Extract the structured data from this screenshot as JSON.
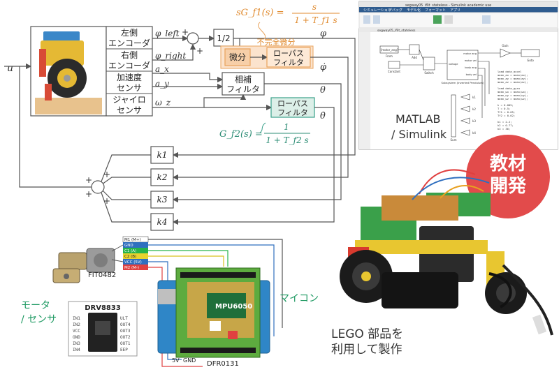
{
  "block_diagram": {
    "input_label": "u",
    "sensors": [
      {
        "name": "左側 エンコーダ",
        "line1": "左側",
        "line2": "エンコーダ",
        "outputs": [
          "φ_left"
        ]
      },
      {
        "name": "右側 エンコーダ",
        "line1": "右側",
        "line2": "エンコーダ",
        "outputs": [
          "φ_right"
        ]
      },
      {
        "name": "加速度 センサ",
        "line1": "加速度",
        "line2": "センサ",
        "outputs": [
          "a_x",
          "a_y"
        ]
      },
      {
        "name": "ジャイロ センサ",
        "line1": "ジャイロ",
        "line2": "センサ",
        "outputs": [
          "ω_z"
        ]
      }
    ],
    "half_block": "1/2",
    "differentiator": "微分",
    "incomplete_diff_note": "不完全微分",
    "lowpass1": {
      "line1": "ローパス",
      "line2": "フィルタ"
    },
    "lowpass2": {
      "line1": "ローパス",
      "line2": "フィルタ"
    },
    "complementary": {
      "line1": "相補",
      "line2": "フィルタ"
    },
    "states": [
      "φ",
      "φ̇",
      "θ",
      "θ̇"
    ],
    "gains": [
      "k1",
      "k2",
      "k3",
      "k4"
    ],
    "sum_signs": [
      "+",
      "+",
      "+",
      "+"
    ],
    "sum_signs_top": [
      "+",
      "+"
    ],
    "gf1": {
      "lhs": "sG_f1(s) =",
      "num": "s",
      "den": "1 + T_f1 s"
    },
    "gf2": {
      "lhs": "G_f2(s) =",
      "num": "1",
      "den": "1 + T_f2 s"
    }
  },
  "simulink": {
    "title_bar": "segway05_iflit_stateless - Simulink academic use",
    "tabs": [
      "シミュレーション",
      "デバッグ",
      "モデル化",
      "フォーマット",
      "アプリ"
    ],
    "breadcrumb": "segway05_iflit_stateless",
    "blocks": [
      "[motor_ang]",
      "From",
      "Add",
      "Constant",
      "Switch",
      "Subsystem (Inverted Pendulum)",
      "Gain",
      "Goto",
      "k1",
      "k2",
      "k3",
      "k4",
      "Sum"
    ],
    "port_labels": [
      "motor ang",
      "motor vel",
      "body ang",
      "body vel",
      "voltage"
    ],
    "code": [
      "load data_accel",
      "mean_ax = mean(ax);",
      "mean_ay = mean(ay);",
      "mean_az = mean(az);",
      "",
      "load data_gyro",
      "mean_wx = mean(wx);",
      "mean_wy = mean(wy);",
      "mean_wz = mean(wz);",
      "",
      "h = 0.005;",
      "T = 0.5;",
      "Tf1 = 0.05;",
      "Tf2 = 0.02;",
      "",
      "k1 = 2.2;",
      "k2 = 0.77;",
      "k3 = 36;"
    ],
    "caption_line1": "MATLAB",
    "caption_line2": "/ Simulink"
  },
  "badge": {
    "line1": "教材",
    "line2": "開発",
    "color": "#e24b4b"
  },
  "wiring": {
    "motor_label": "FIT0482",
    "motor_caption_line1": "モータ",
    "motor_caption_line2": "/ センサ",
    "motor_pins": [
      "M1 (M+)",
      "GND",
      "C1 (A)",
      "C2 (B)",
      "VCC (5V)",
      "M2 (M-)"
    ],
    "driver_title": "DRV8833",
    "driver_pins_left": [
      "IN1",
      "IN2",
      "VCC",
      "GND",
      "IN3",
      "IN4"
    ],
    "driver_pins_right": [
      "ULT",
      "OUT4",
      "OUT3",
      "OUT2",
      "OUT1",
      "EEP"
    ],
    "imu_label": "MPU6050",
    "board_label": "DFR0131",
    "mcu_caption": "マイコン",
    "power_labels": [
      "5V",
      "GND"
    ]
  },
  "photo_caption": {
    "line1": "LEGO 部品を",
    "line2": "利用して製作"
  },
  "colors": {
    "orange": "#e9a35c",
    "teal": "#3aa08a",
    "green": "#1f9a63",
    "red": "#e24b4b"
  }
}
